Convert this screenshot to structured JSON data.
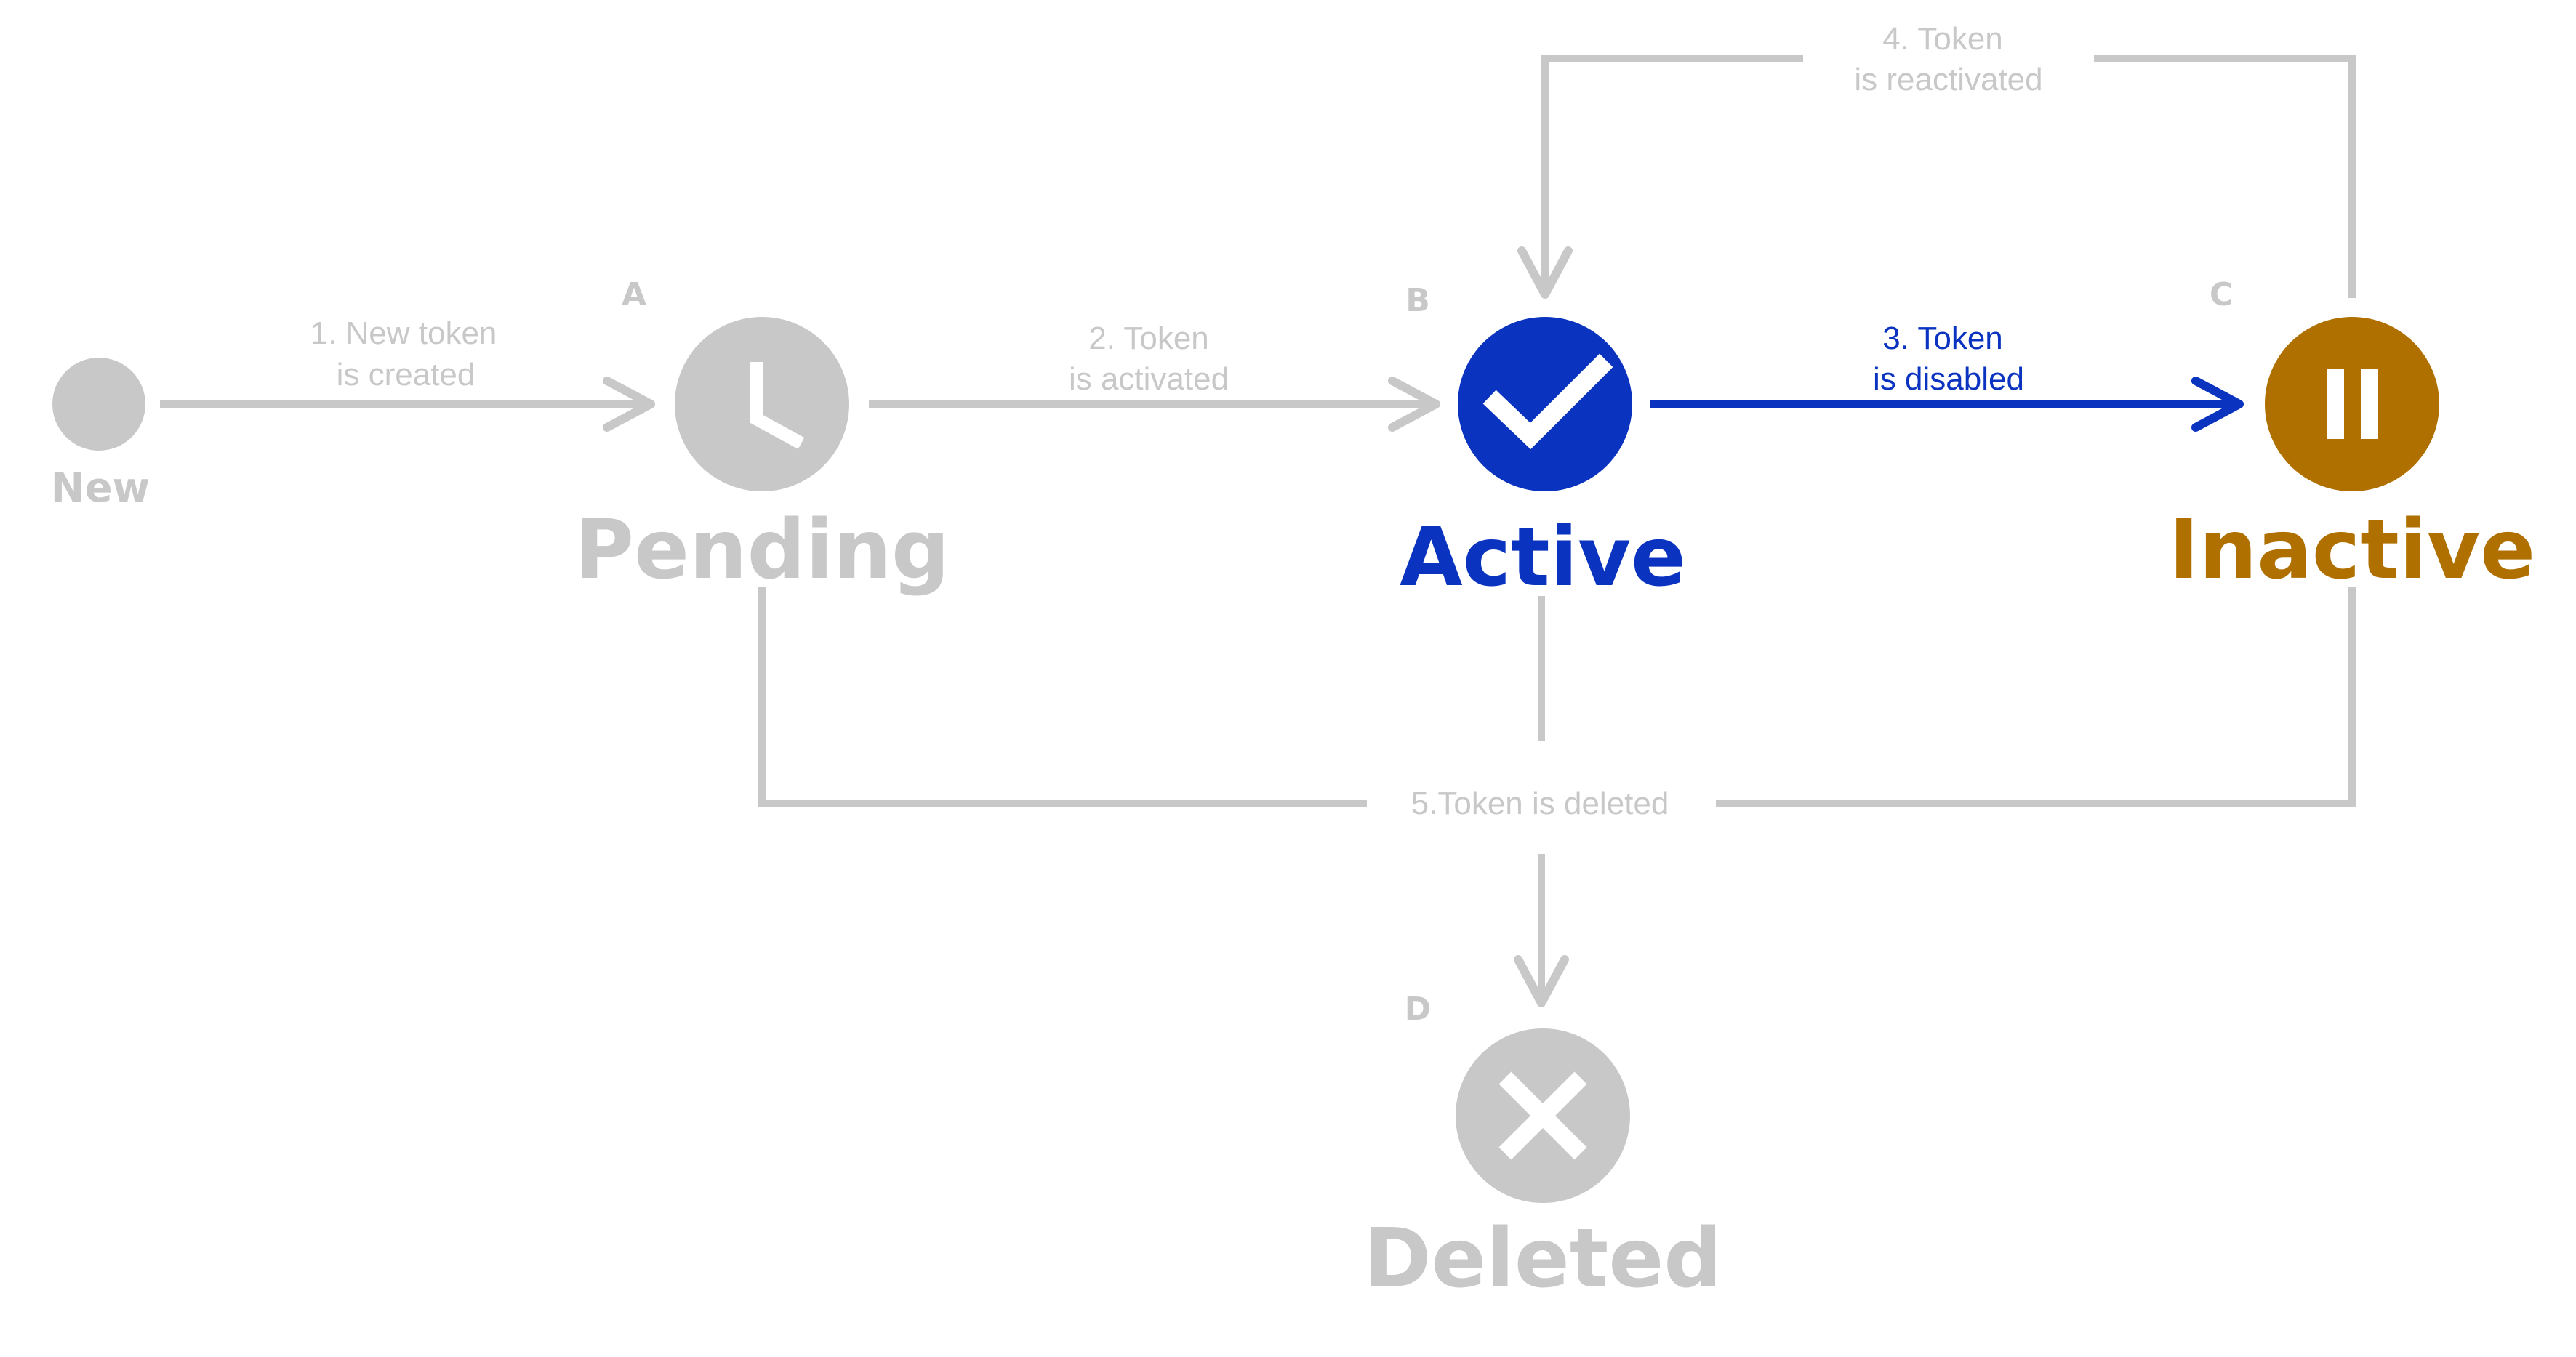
{
  "colors": {
    "inactive_gray": "#c8c8c8",
    "active_blue": "#0a33c0",
    "inactive_orange": "#b07000",
    "background": "#ffffff"
  },
  "states": {
    "new": {
      "name": "New",
      "icon": "start-dot-icon"
    },
    "pending": {
      "name": "Pending",
      "letter": "A",
      "icon": "clock-icon"
    },
    "active": {
      "name": "Active",
      "letter": "B",
      "icon": "checkmark-icon"
    },
    "inactive": {
      "name": "Inactive",
      "letter": "C",
      "icon": "pause-icon"
    },
    "deleted": {
      "name": "Deleted",
      "letter": "D",
      "icon": "close-x-icon"
    }
  },
  "transitions": {
    "t1": {
      "line1": "1. New token",
      "line2": "is created"
    },
    "t2": {
      "line1": "2. Token",
      "line2": "is activated"
    },
    "t3": {
      "line1": "3. Token",
      "line2": "is disabled"
    },
    "t4": {
      "line1": "4. Token",
      "line2": "is reactivated"
    },
    "t5": {
      "line1": "5.Token is deleted"
    }
  }
}
